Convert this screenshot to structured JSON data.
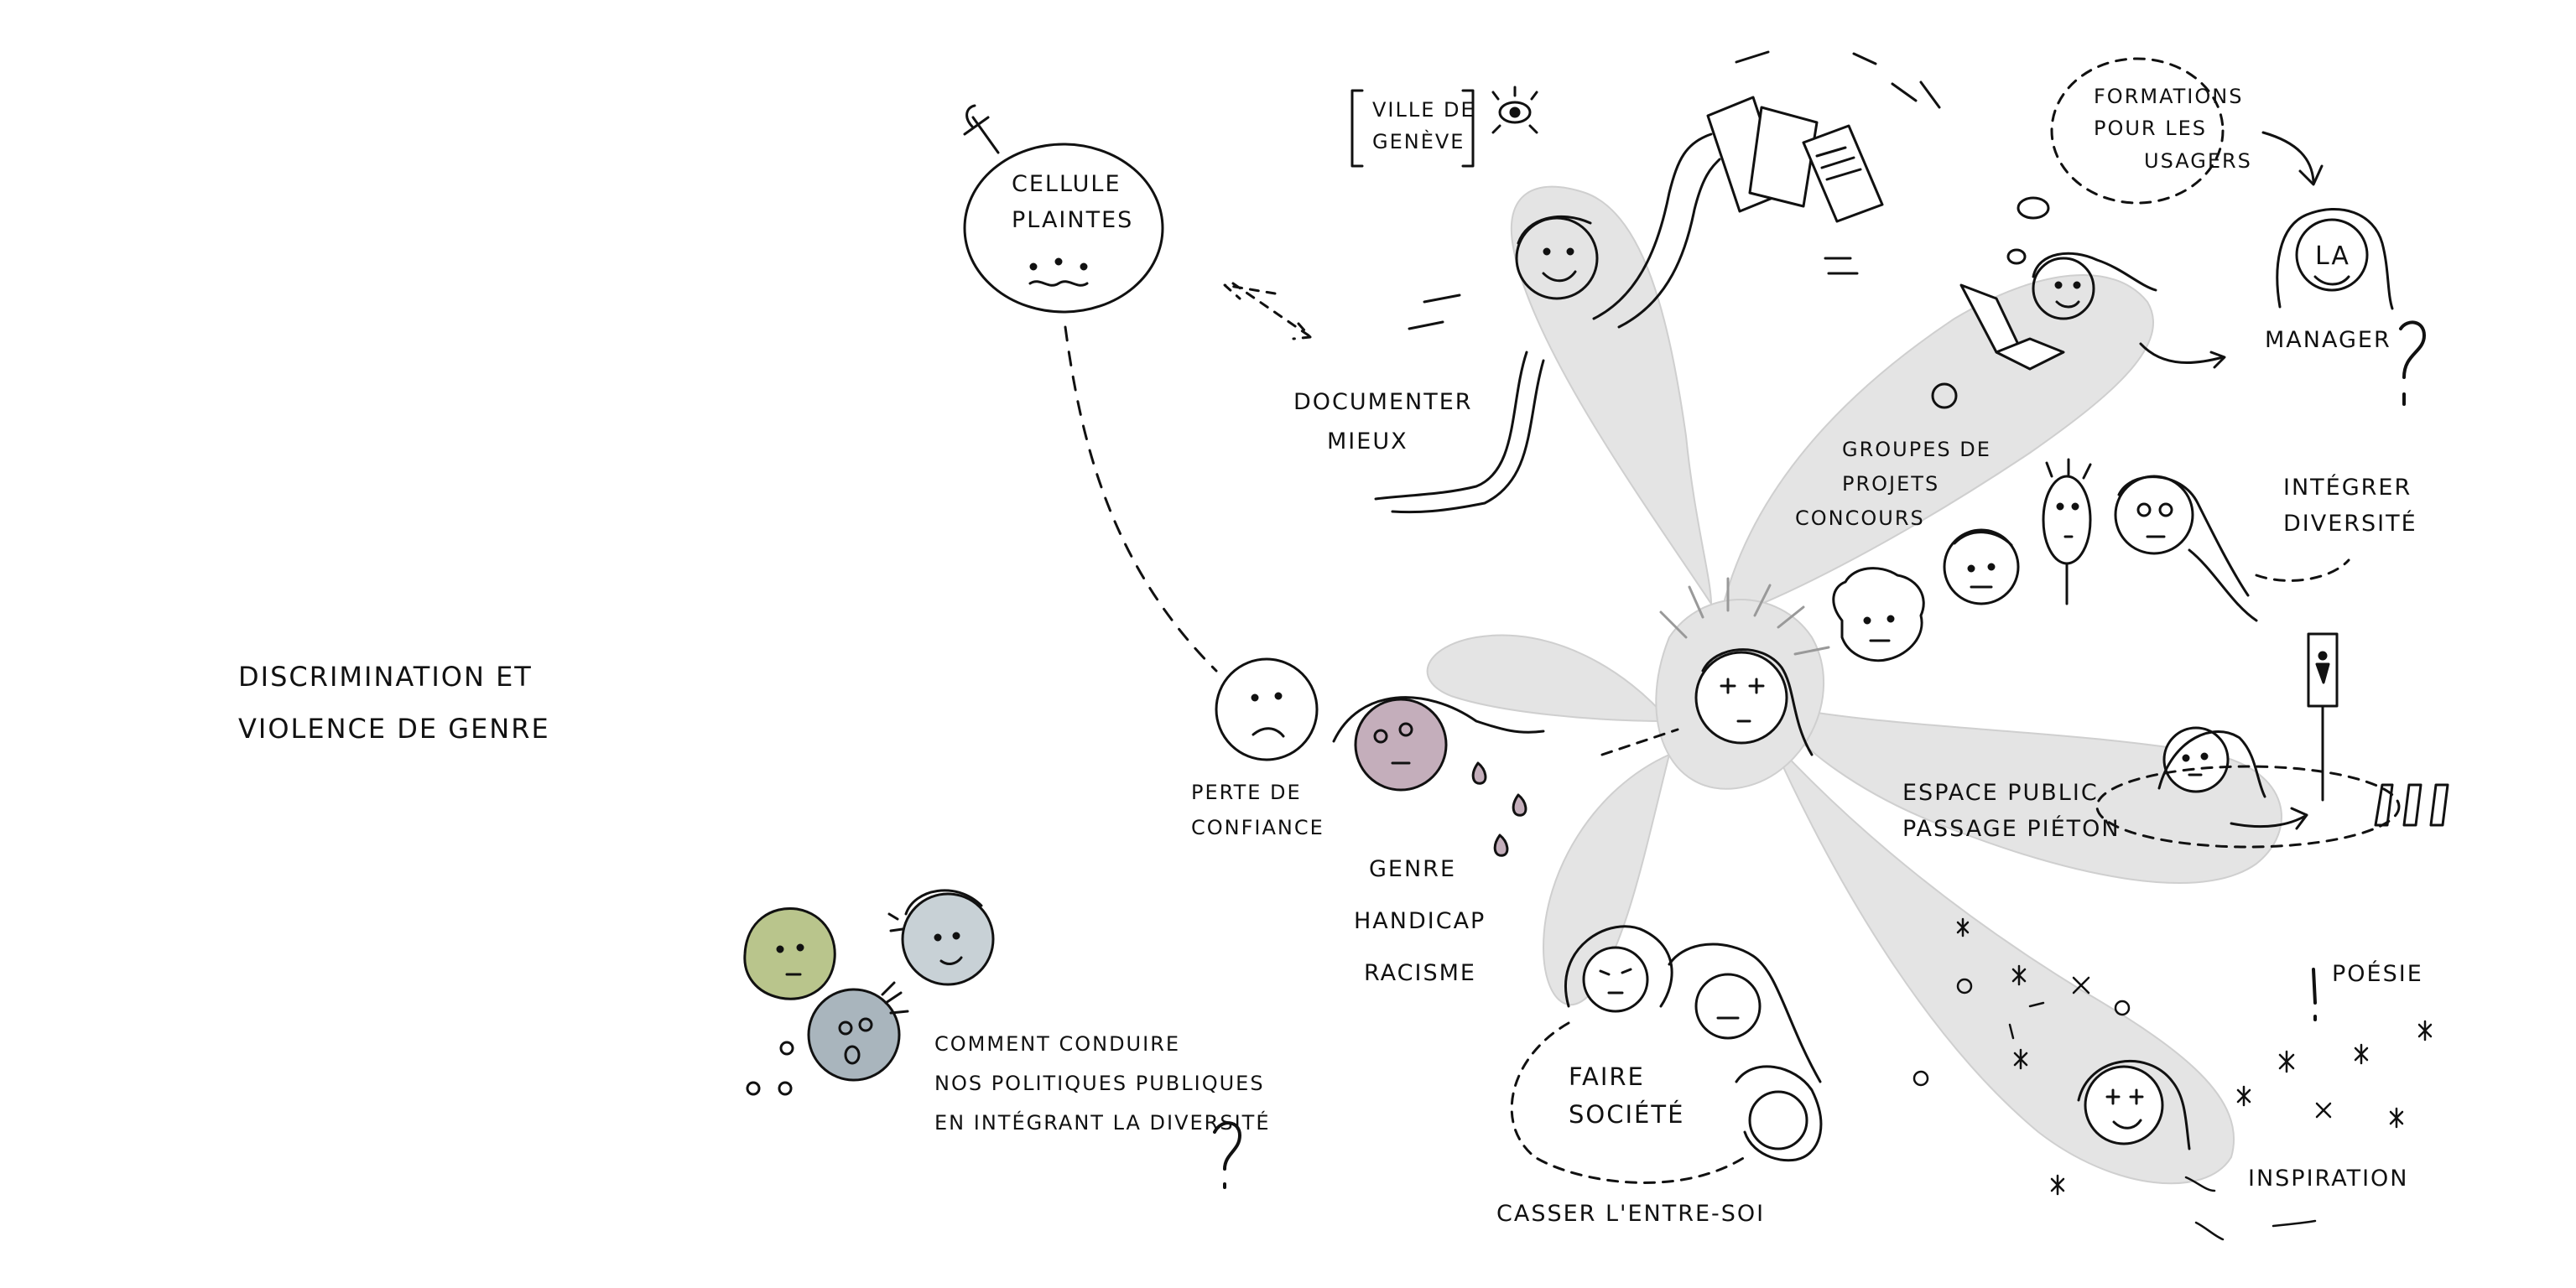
{
  "colors": {
    "ink": "#111111",
    "petal_fill": "#e4e4e4",
    "face_green": "#b9c58c",
    "face_blue": "#c8d1d6",
    "face_grey_blue": "#a9b5bd",
    "face_mauve": "#c4aebb"
  },
  "title": {
    "line1": "Discrimination et",
    "line2": "violence de genre"
  },
  "cellule": {
    "line1": "Cellule",
    "line2": "Plaintes"
  },
  "ville": {
    "line1": "Ville de",
    "line2": "Genève"
  },
  "formations": {
    "line1": "Formations",
    "line2": "pour les",
    "line3": "usagers"
  },
  "manager": {
    "line1": "LA",
    "line2": "Manager"
  },
  "documenter": {
    "line1": "Documenter",
    "line2": "mieux"
  },
  "groupes": {
    "line1": "Groupes de",
    "line2": "projets",
    "line3": "concours"
  },
  "integrer": {
    "line1": "Intégrer",
    "line2": "diversité"
  },
  "perte": {
    "line1": "Perte de",
    "line2": "confiance"
  },
  "espace": {
    "line1": "Espace public",
    "line2": "passage piéton"
  },
  "genre_list": [
    "Genre",
    "Handicap",
    "Racisme"
  ],
  "faire": {
    "line1": "Faire",
    "line2": "société"
  },
  "casser": "Casser l'entre-soi",
  "poesie": "Poésie",
  "inspiration": "Inspiration",
  "question": {
    "line1": "Comment conduire",
    "line2": "nos politiques publiques",
    "line3": "en intégrant la diversité"
  }
}
